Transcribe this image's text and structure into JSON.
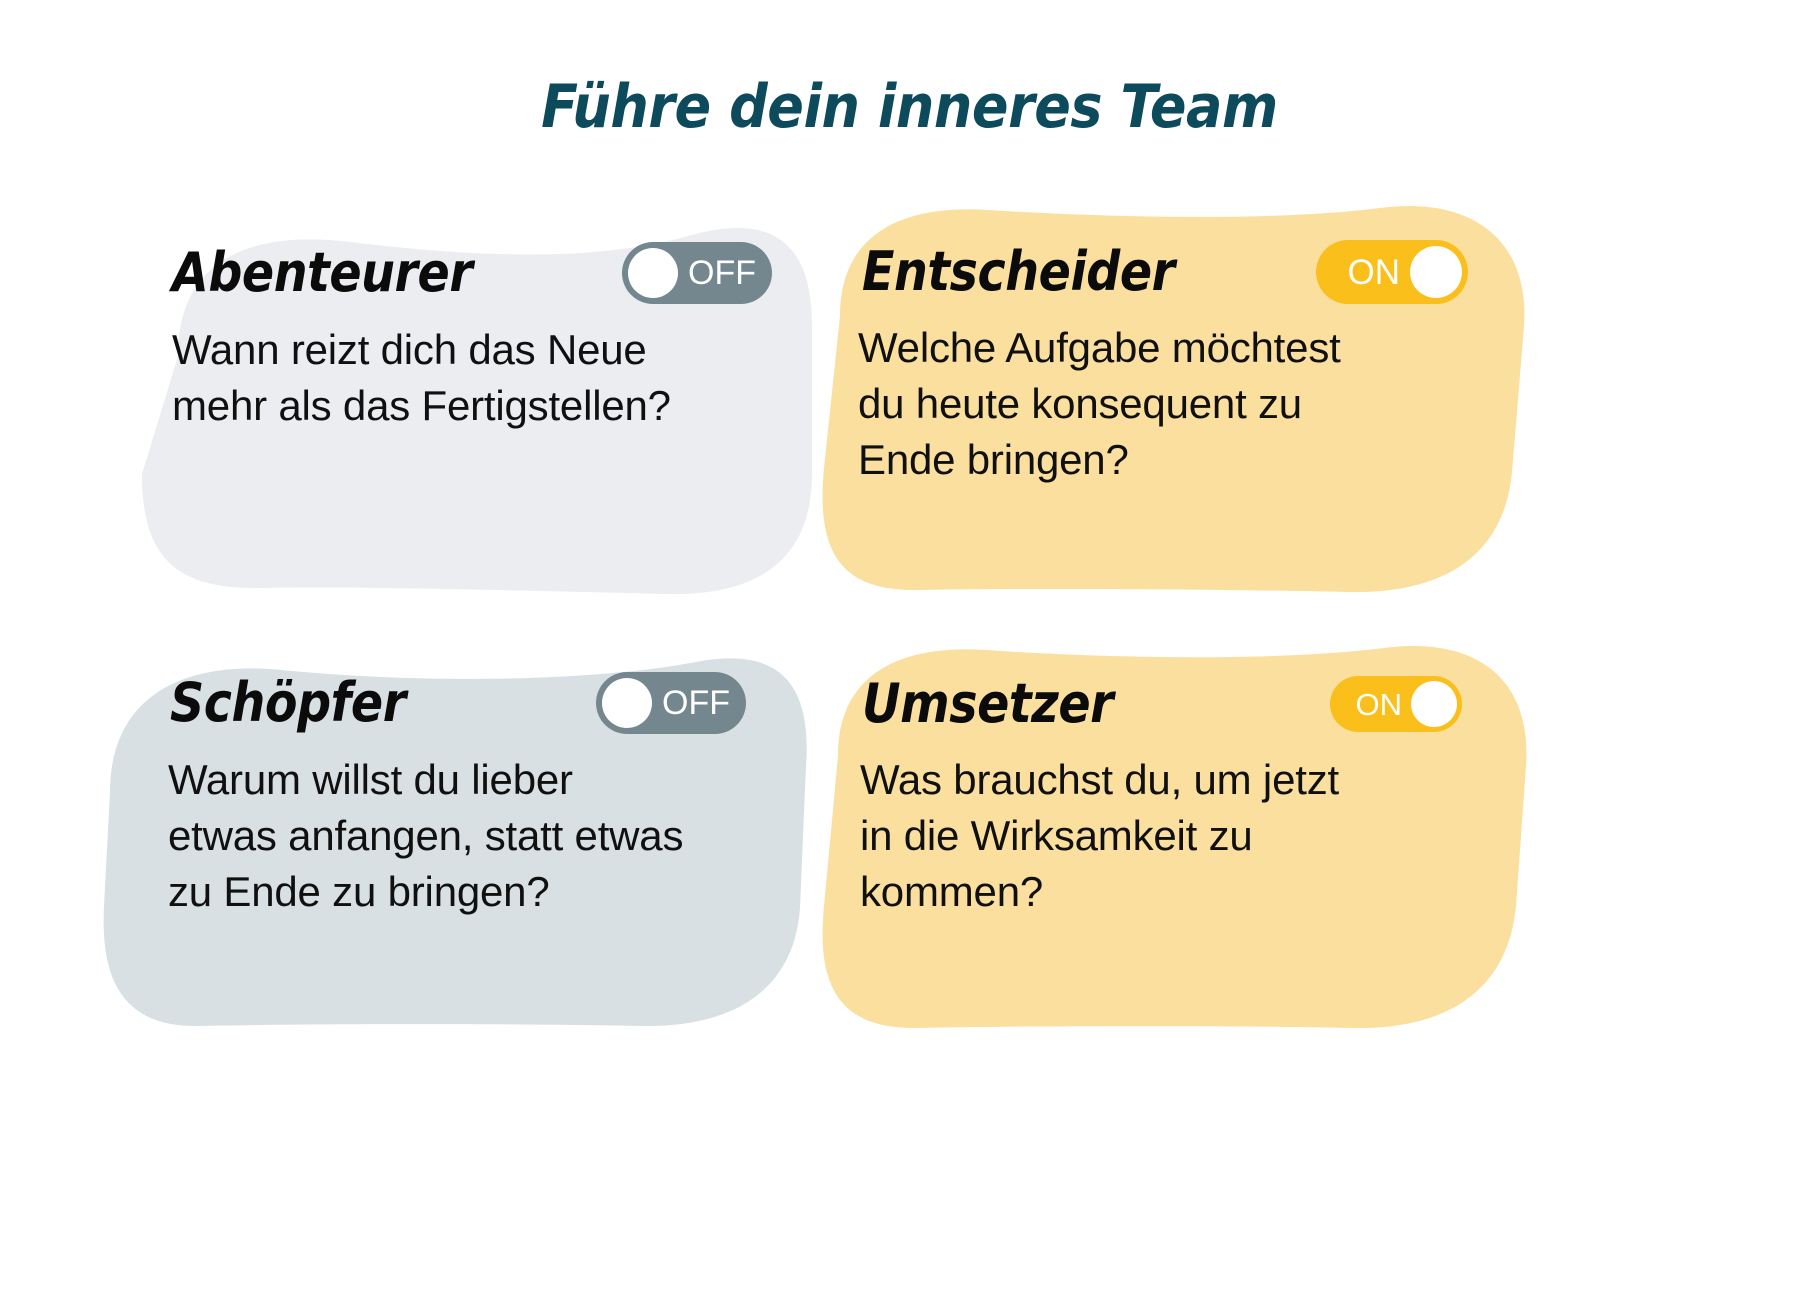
{
  "page": {
    "title": "Führe dein inneres Team",
    "background_color": "#ffffff",
    "title_color": "#0d4a5c"
  },
  "colors": {
    "title_teal": "#0d4a5c",
    "card_grey_light": "#ecedf1",
    "card_grey_blue": "#d9e0e3",
    "card_amber": "#fadf9f",
    "toggle_off": "#74878f",
    "toggle_on": "#fbbf1c",
    "knob": "#ffffff",
    "text_black": "#101010"
  },
  "cards": [
    {
      "id": "abenteurer",
      "title": "Abenteurer",
      "question": "Wann reizt dich das Neue\nmehr als das Fertigstellen?",
      "toggle": {
        "state": "off",
        "label": "OFF"
      },
      "background_color": "#ecedf1"
    },
    {
      "id": "entscheider",
      "title": "Entscheider",
      "question": "Welche Aufgabe möchtest\ndu heute konsequent zu\nEnde bringen?",
      "toggle": {
        "state": "on",
        "label": "ON"
      },
      "background_color": "#fadf9f"
    },
    {
      "id": "schoepfer",
      "title": "Schöpfer",
      "question": "Warum willst du lieber\netwas anfangen, statt etwas\nzu Ende zu bringen?",
      "toggle": {
        "state": "off",
        "label": "OFF"
      },
      "background_color": "#d9e0e3"
    },
    {
      "id": "umsetzer",
      "title": "Umsetzer",
      "question": "Was brauchst du, um jetzt\nin die Wirksamkeit zu\nkommen?",
      "toggle": {
        "state": "on",
        "label": "ON"
      },
      "background_color": "#fadf9f"
    }
  ]
}
